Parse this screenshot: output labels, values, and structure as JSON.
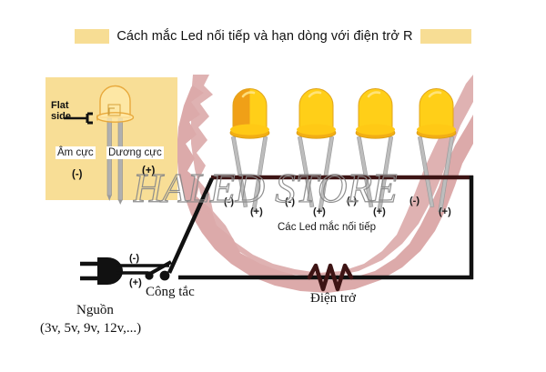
{
  "title": {
    "text": "Cách mắc Led nối tiếp và hạn dòng với điện trở R",
    "band_color": "#f7dd94"
  },
  "watermark": {
    "text": "HALED STORE"
  },
  "colors": {
    "pink_brush": "#dcaaaa",
    "panel_yellow": "#f8de96",
    "led_yellow": "#ffd21a",
    "led_yellow_dark": "#f0a81e",
    "wire_black": "#111111",
    "wire_dark_red": "#3d1414",
    "lead_grey": "#b9b9b9"
  },
  "inset_panel": {
    "flat_side_label": "Flat\nside",
    "flat_side_line1": "Flat",
    "flat_side_line2": "side",
    "cathode_label": "Âm cực",
    "cathode_sign": "(-)",
    "anode_label": "Dương cực",
    "anode_sign": "(+)"
  },
  "leds": [
    {
      "id": "led-1",
      "neg": "(-)",
      "pos": "(+)",
      "highlighted": true
    },
    {
      "id": "led-2",
      "neg": "(-)",
      "pos": "(+)",
      "highlighted": false
    },
    {
      "id": "led-3",
      "neg": "(-)",
      "pos": "(+)",
      "highlighted": false
    },
    {
      "id": "led-4",
      "neg": "(-)",
      "pos": "(+)",
      "highlighted": false
    }
  ],
  "captions": {
    "series_leds": "Các Led mắc nối tiếp",
    "switch": "Công tắc",
    "source": "Nguồn",
    "source_values": "(3v, 5v, 9v, 12v,...)",
    "resistor": "Điện trở",
    "source_neg": "(-)",
    "source_pos": "(+)"
  }
}
